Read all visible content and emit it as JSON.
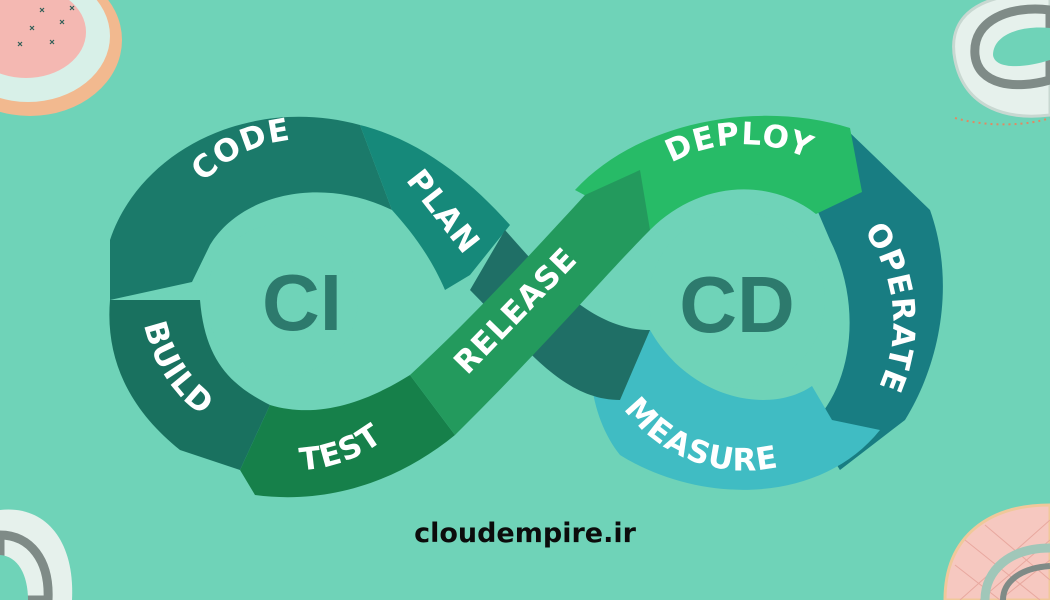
{
  "diagram": {
    "left_hub_label": "CI",
    "right_hub_label": "CD",
    "stages": {
      "code": "CODE",
      "plan": "PLAN",
      "build": "BUILD",
      "test": "TEST",
      "release": "RELEASE",
      "deploy": "DEPLOY",
      "operate": "OPERATE",
      "measure": "MEASURE"
    }
  },
  "footer": {
    "site_url": "cloudempire.ir"
  },
  "colors": {
    "background": "#6fd3b8",
    "code": "#1b7a6a",
    "plan": "#16897a",
    "build": "#19715f",
    "test": "#16804a",
    "release": "#239a5d",
    "deploy": "#27bb67",
    "operate": "#187d82",
    "measure": "#40bcc3",
    "hub_text": "#2d7a6d",
    "footer_text": "#0c0c0c"
  }
}
